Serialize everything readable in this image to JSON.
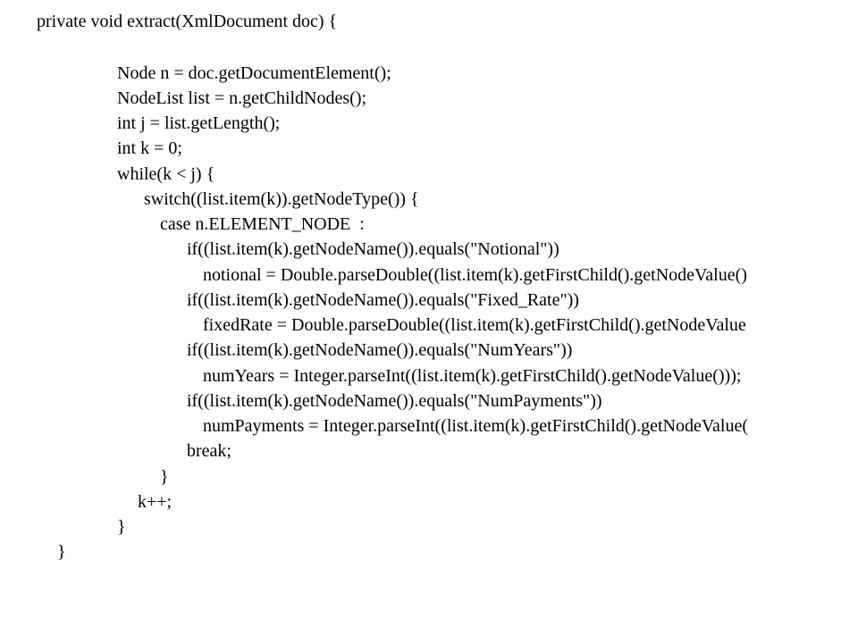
{
  "code": {
    "lines": [
      "private void extract(XmlDocument doc) {",
      "Node n = doc.getDocumentElement();",
      "NodeList list = n.getChildNodes();",
      "int j = list.getLength();",
      "int k = 0;",
      "while(k < j) {",
      "switch((list.item(k)).getNodeType()) {",
      "case n.ELEMENT_NODE  :",
      "if((list.item(k).getNodeName()).equals(\"Notional\"))",
      "notional = Double.parseDouble((list.item(k).getFirstChild().getNodeValue()",
      "if((list.item(k).getNodeName()).equals(\"Fixed_Rate\"))",
      "fixedRate = Double.parseDouble((list.item(k).getFirstChild().getNodeValue",
      "if((list.item(k).getNodeName()).equals(\"NumYears\"))",
      "numYears = Integer.parseInt((list.item(k).getFirstChild().getNodeValue()));",
      "if((list.item(k).getNodeName()).equals(\"NumPayments\"))",
      "numPayments = Integer.parseInt((list.item(k).getFirstChild().getNodeValue(",
      "break;",
      "}",
      "k++;",
      "}",
      "}"
    ]
  }
}
